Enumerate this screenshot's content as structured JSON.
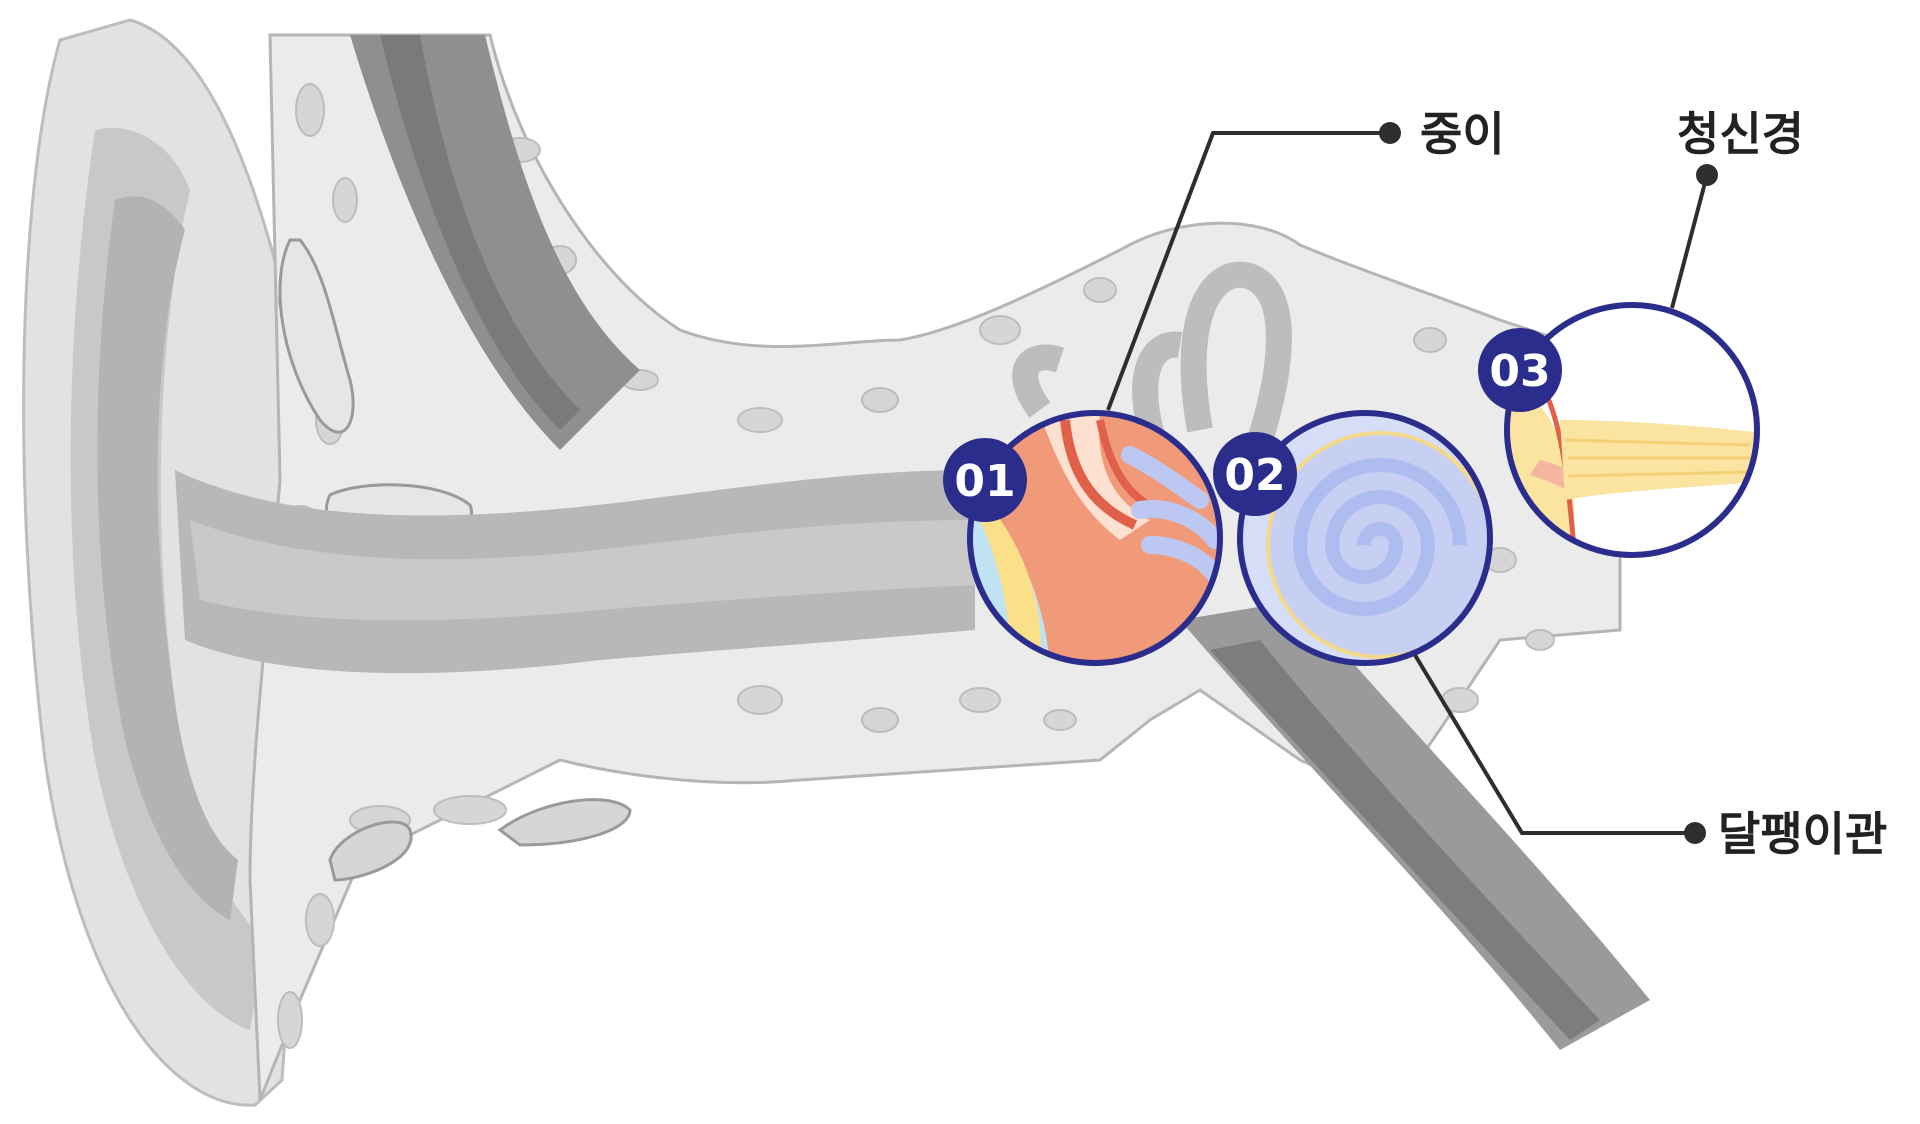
{
  "callouts": {
    "middle_ear": "중이",
    "auditory_nerve": "청신경",
    "cochlea": "달팽이관"
  },
  "badges": {
    "b1": "01",
    "b2": "02",
    "b3": "03"
  },
  "colors": {
    "badge_fill": "#2b2d8c",
    "ring_stroke": "#2b2d8c",
    "leader_line": "#2e2e2e",
    "bone_light": "#e9e9e9",
    "tissue_gray": "#c9c9c9",
    "canal_dark": "#a3a3a3",
    "muscle_dark": "#8d8d8d",
    "ossicle_orange": "#f09a7a",
    "ossicle_red": "#e0604a",
    "eardrum_yellow": "#fbe08a",
    "eardrum_blue": "#bfe3f2",
    "cochlea_blue": "#bcc8f2",
    "nerve_yellow": "#fbe3a0"
  }
}
